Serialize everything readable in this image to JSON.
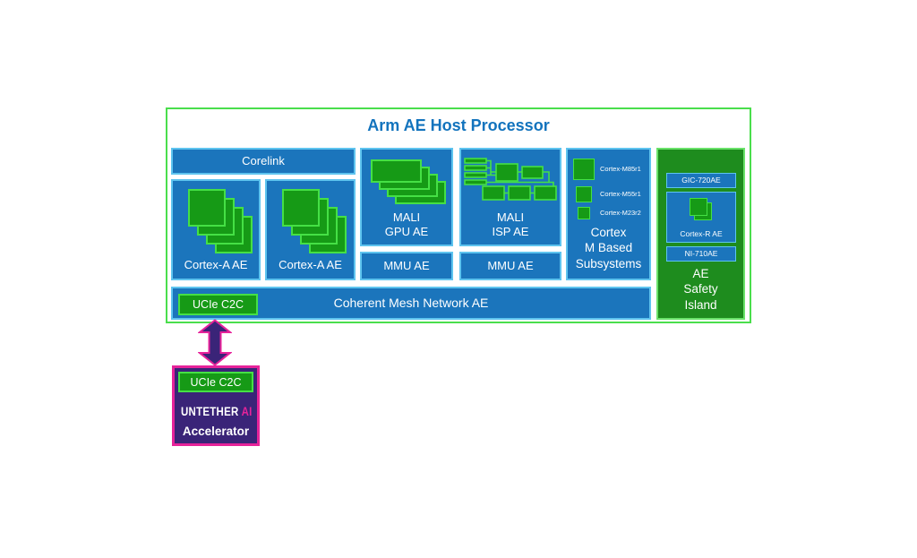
{
  "colors": {
    "frame_green": "#4ade4c",
    "title_blue": "#1273bd",
    "block_blue": "#1b75bc",
    "block_border_blue": "#5ec4ef",
    "core_green": "#169a16",
    "core_green_border": "#45e045",
    "island_green": "#1e8c1e",
    "island_green_border": "#6ae26a",
    "accel_purple": "#3a2478",
    "accel_magenta": "#e6239a"
  },
  "host": {
    "title": "Arm AE Host Processor",
    "corelink_label": "Corelink",
    "cortex_a_blocks": [
      {
        "label": "Cortex-A AE"
      },
      {
        "label": "Cortex-A AE"
      }
    ],
    "mali_gpu_label": "MALI\nGPU AE",
    "mali_isp_label": "MALI\nISP AE",
    "mmu_labels": [
      "MMU AE",
      "MMU AE"
    ],
    "cortex_m": {
      "cores": [
        {
          "label": "Cortex-M85r1"
        },
        {
          "label": "Cortex-M55r1"
        },
        {
          "label": "Cortex-M23r2"
        }
      ],
      "label": "Cortex\nM Based\nSubsystems"
    },
    "safety_island": {
      "gic_label": "GIC-720AE",
      "cortex_r_label": "Cortex-R AE",
      "ni_label": "NI-710AE",
      "label": "AE\nSafety\nIsland"
    },
    "mesh": {
      "ucie_label": "UCIe C2C",
      "label": "Coherent Mesh Network AE"
    }
  },
  "accelerator": {
    "ucie_label": "UCIe C2C",
    "brand": "UNTETHER",
    "brand_accent": "AI",
    "label": "Accelerator"
  }
}
